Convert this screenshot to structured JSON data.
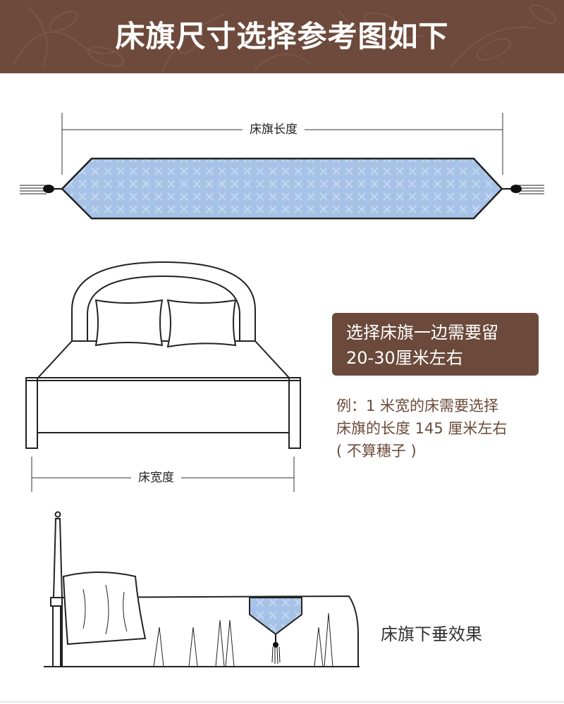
{
  "header": {
    "title": "床旗尺寸选择参考图如下"
  },
  "diagram": {
    "runner_length_label": "床旗长度",
    "bed_width_label": "床宽度"
  },
  "note": {
    "lines": [
      "选择床旗一边需要留",
      "20-30厘米左右"
    ]
  },
  "example": {
    "lines": [
      "例：1 米宽的床需要选择",
      "床旗的长度 145 厘米左右",
      "( 不算穗子 )"
    ]
  },
  "caption": "床旗下垂效果",
  "colors": {
    "header_bg": "#6d4a3b",
    "accent_brown": "#6b4a3b",
    "runner_blue": "#a6c2e6"
  }
}
